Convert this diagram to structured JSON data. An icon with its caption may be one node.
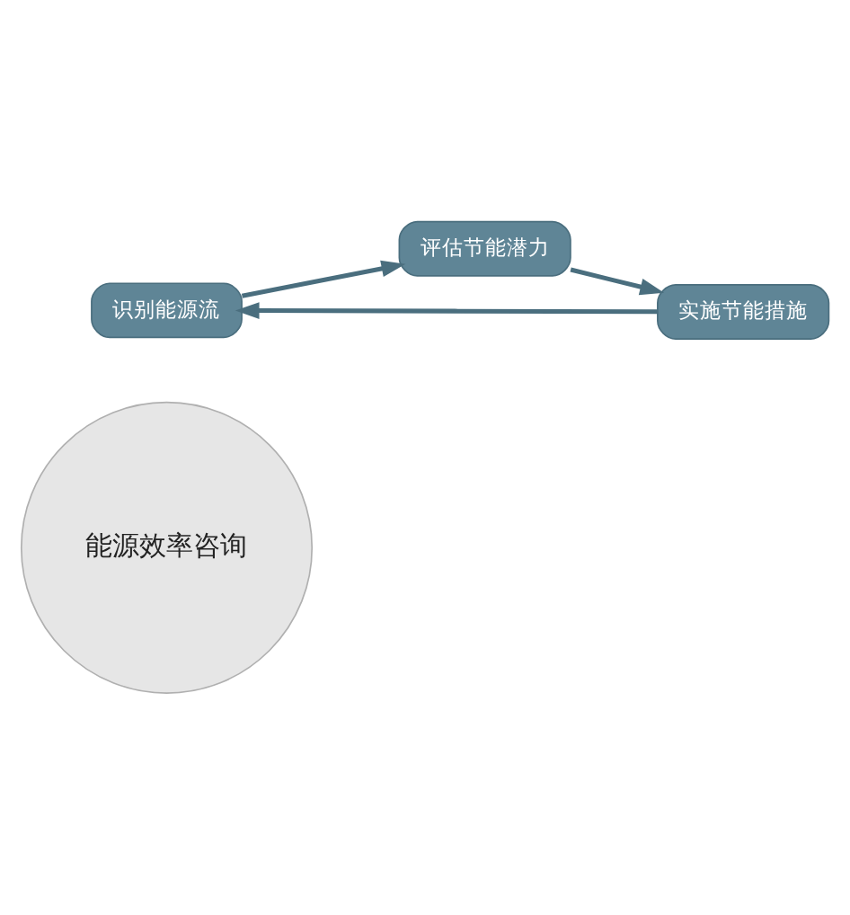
{
  "diagram": {
    "nodes": [
      {
        "text": [
          "能源效率咨询"
        ]
      },
      {
        "text": [
          "识别能源流"
        ]
      },
      {
        "text": [
          "评估节能潜力"
        ]
      },
      {
        "text": [
          "实施节能措施"
        ]
      }
    ],
    "edges": [
      {
        "from": 1,
        "to": 2,
        "arrow": "to"
      },
      {
        "from": 2,
        "to": 3,
        "arrow": "to"
      },
      {
        "from": 3,
        "to": 1,
        "arrow": "to"
      }
    ]
  }
}
